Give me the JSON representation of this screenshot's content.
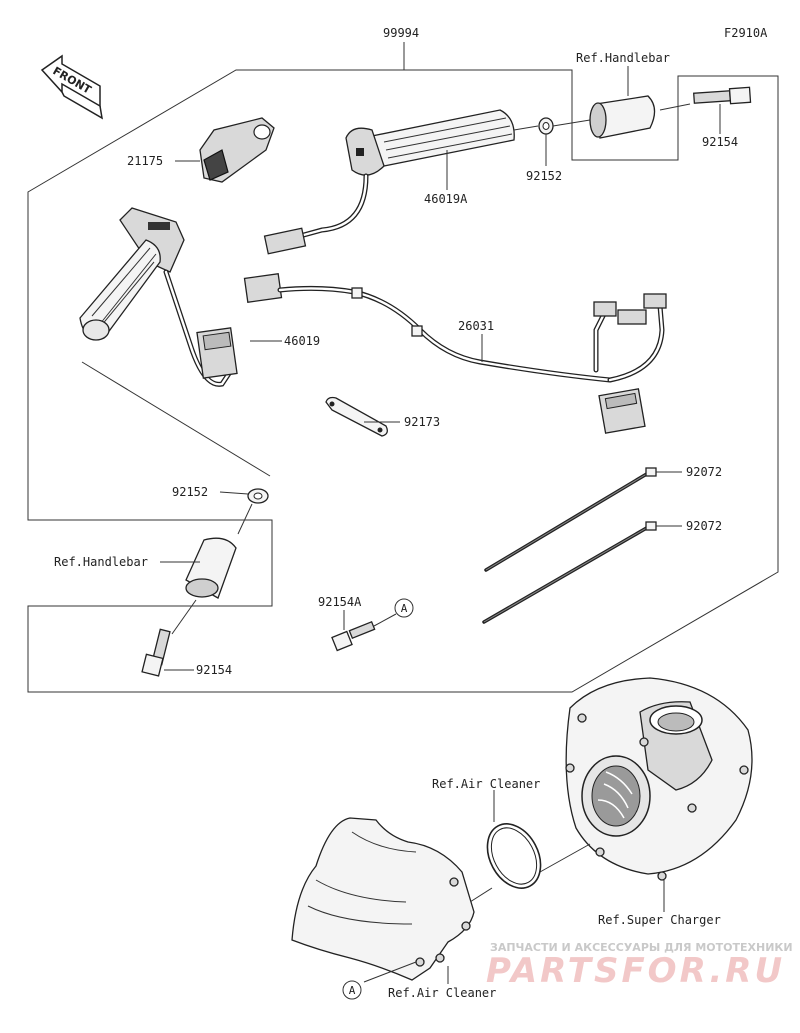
{
  "figure_id": "F2910A",
  "front_label": "FRONT",
  "parts": {
    "p99994": "99994",
    "p21175": "21175",
    "p46019A": "46019A",
    "p92152_top": "92152",
    "p92154_top": "92154",
    "p46019": "46019",
    "p26031": "26031",
    "p92173": "92173",
    "p92152_left": "92152",
    "p92072_a": "92072",
    "p92072_b": "92072",
    "p92154A": "92154A",
    "p92154_left": "92154"
  },
  "refs": {
    "handlebar_top": "Ref.Handlebar",
    "handlebar_left": "Ref.Handlebar",
    "air_cleaner_top": "Ref.Air Cleaner",
    "super_charger": "Ref.Super Charger",
    "air_cleaner_bottom": "Ref.Air Cleaner"
  },
  "callouts": {
    "a_top": "A",
    "a_bottom": "A"
  },
  "watermark": {
    "top_line": "ЗАПЧАСТИ И АКСЕССУАРЫ ДЛЯ МОТОТЕХНИКИ",
    "brand": "PARTSFOR.RU"
  }
}
